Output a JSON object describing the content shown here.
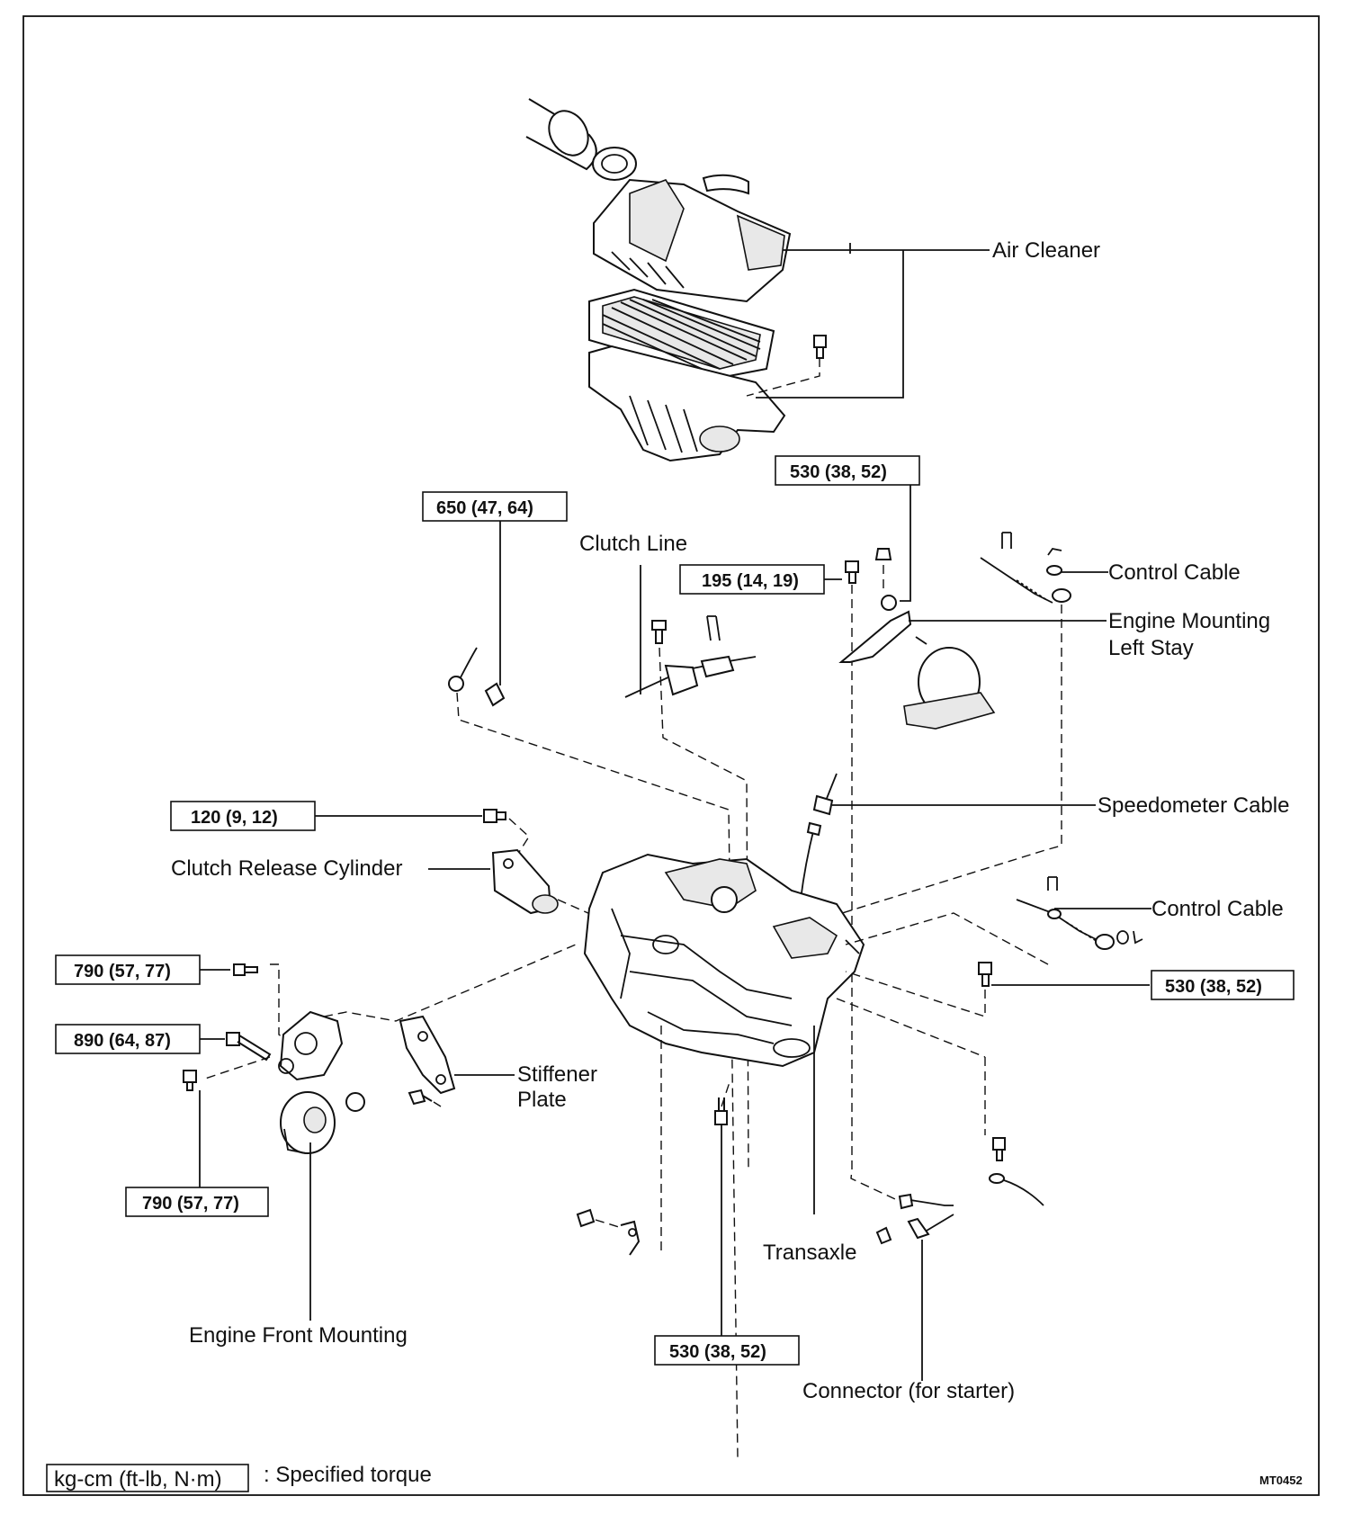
{
  "labels": {
    "air_cleaner": "Air Cleaner",
    "clutch_line": "Clutch Line",
    "control_cable_upper": "Control Cable",
    "engine_mounting_left_stay_l1": "Engine Mounting",
    "engine_mounting_left_stay_l2": "Left Stay",
    "speedometer_cable": "Speedometer Cable",
    "clutch_release_cylinder": "Clutch Release Cylinder",
    "control_cable_lower": "Control Cable",
    "stiffener_plate_l1": "Stiffener",
    "stiffener_plate_l2": "Plate",
    "transaxle": "Transaxle",
    "engine_front_mounting": "Engine Front Mounting",
    "connector_for_starter": "Connector (for starter)"
  },
  "torques": {
    "t530_top": "530 (38, 52)",
    "t650": "650 (47, 64)",
    "t195": "195 (14, 19)",
    "t120": "120 (9, 12)",
    "t790_upper": "790 (57, 77)",
    "t890": "890 (64, 87)",
    "t790_lower": "790 (57, 77)",
    "t530_right": "530 (38, 52)",
    "t530_bottom": "530 (38, 52)"
  },
  "legend": {
    "unit_box": "kg-cm (ft-lb, N·m)",
    "description": ": Specified torque"
  },
  "figure_code": "MT0452"
}
